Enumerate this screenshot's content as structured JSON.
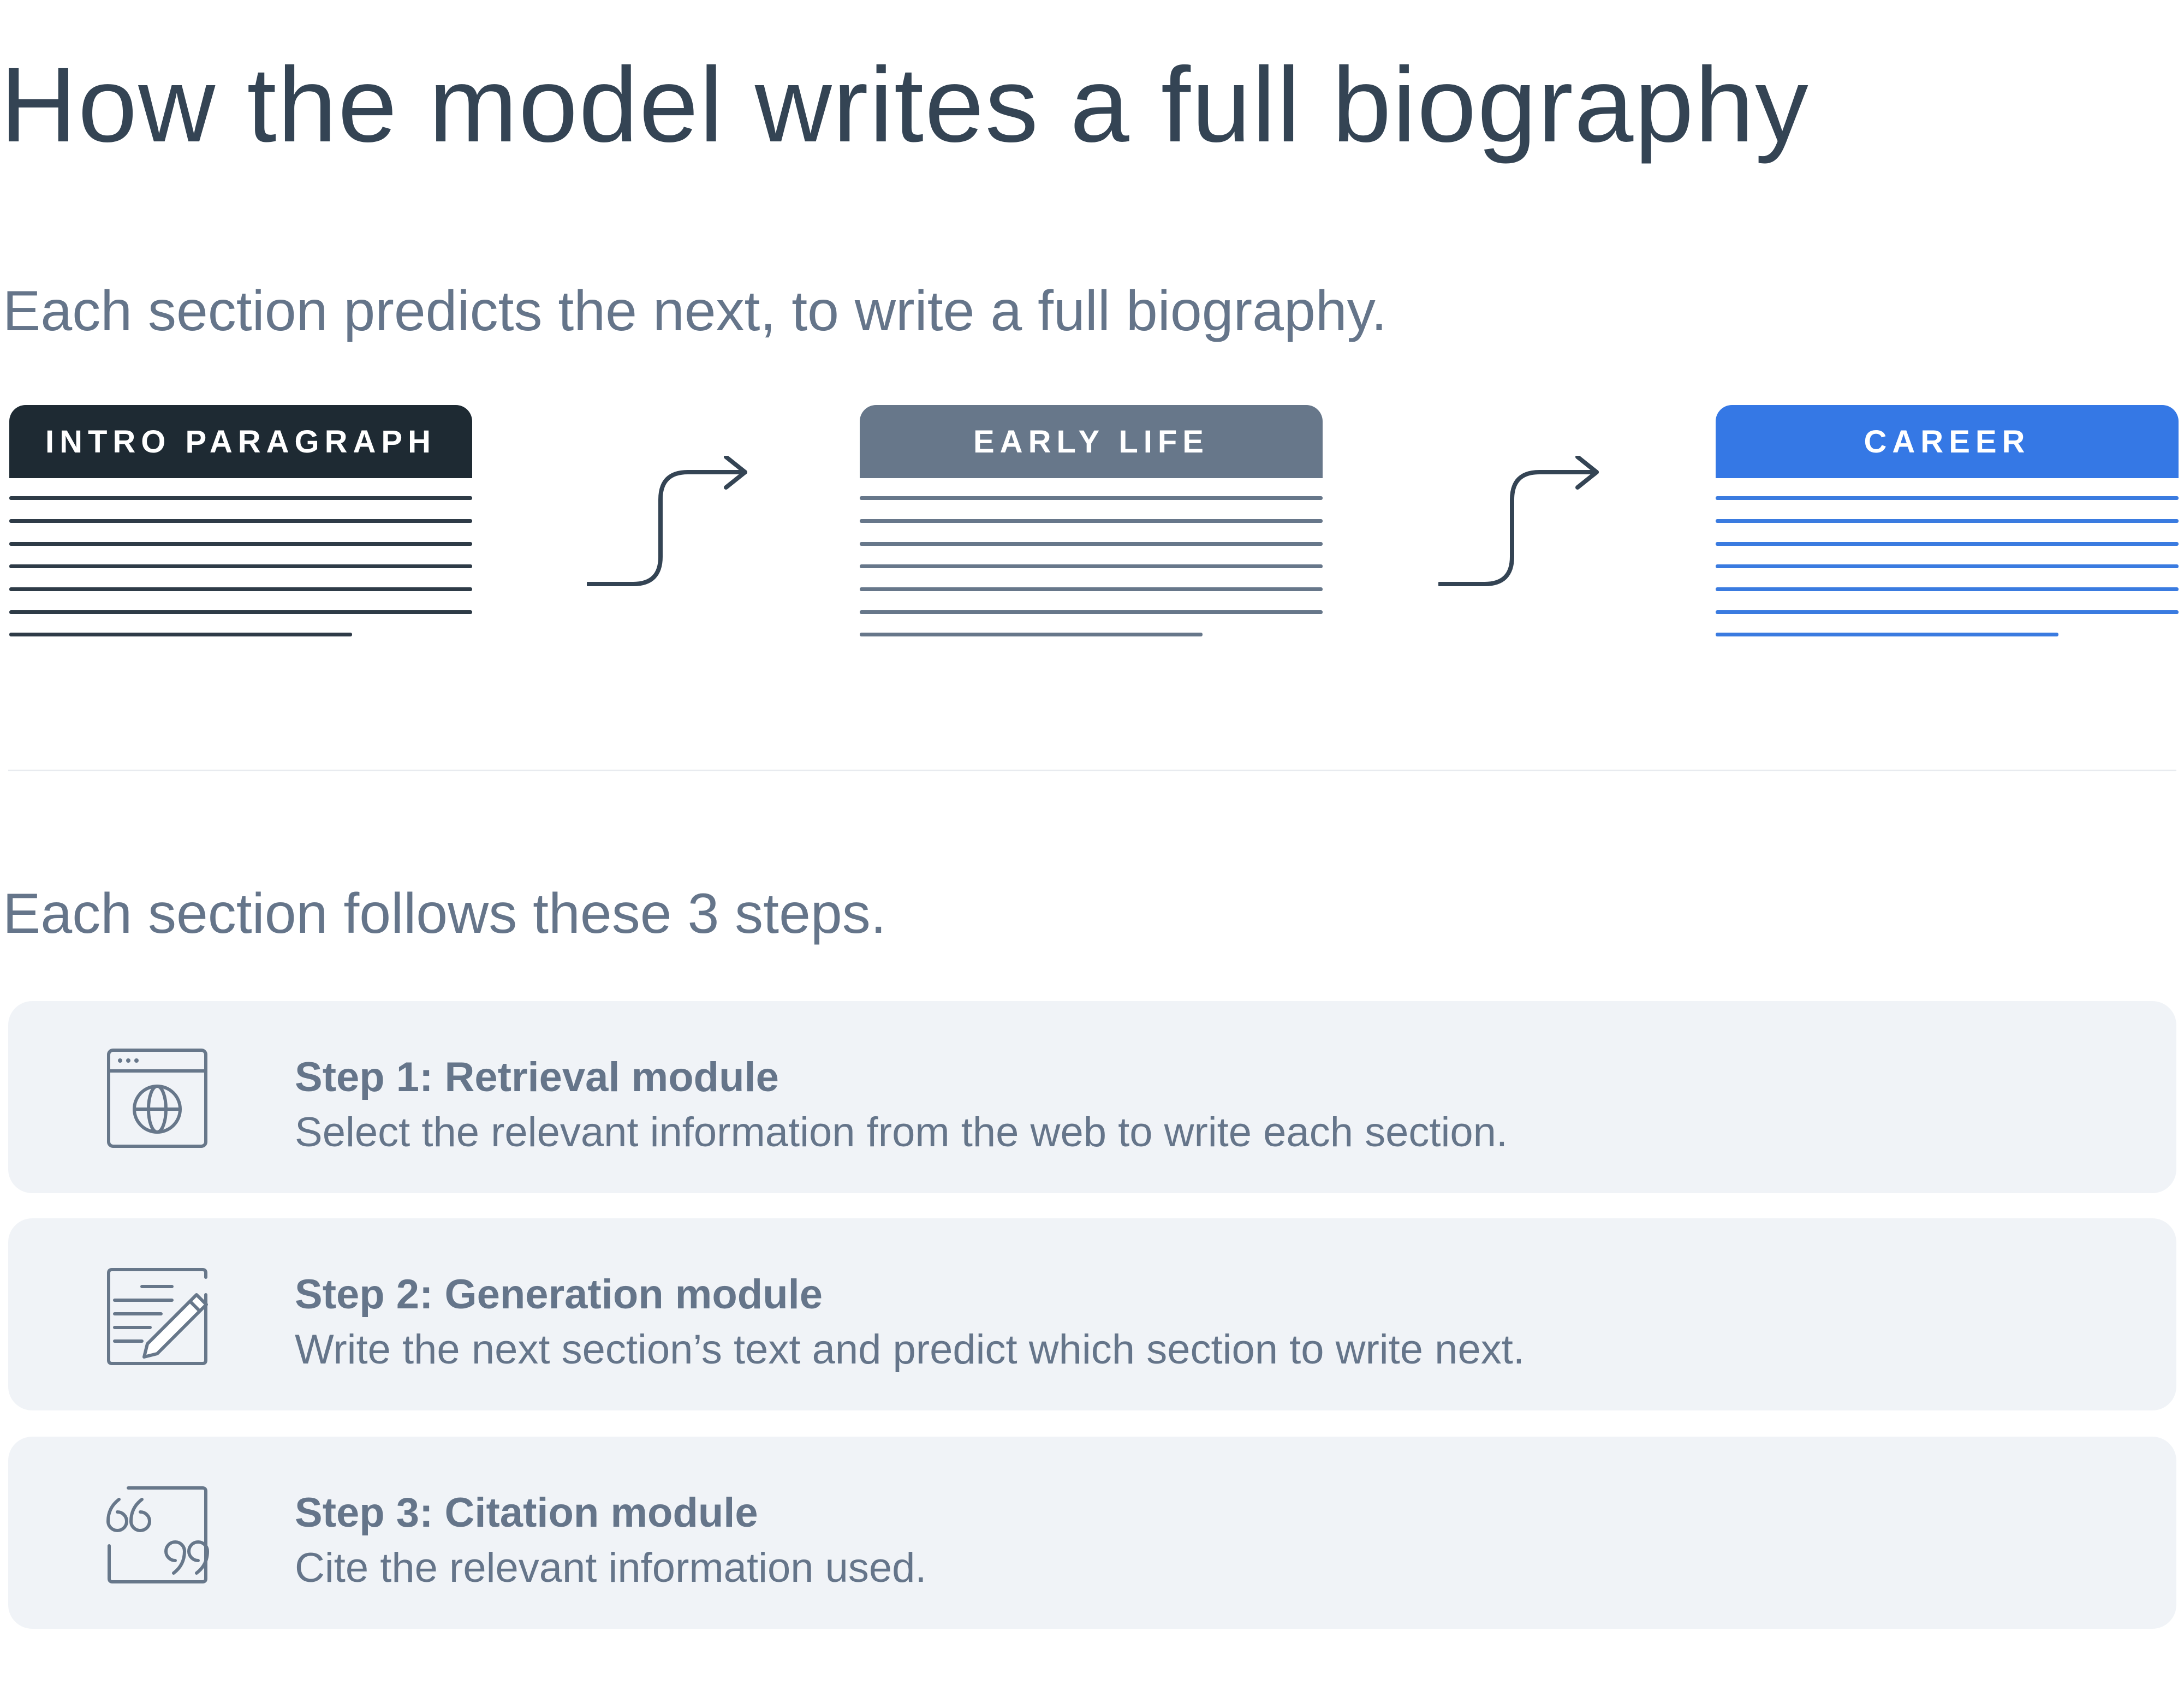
{
  "title": "How the model writes a full biography",
  "subtitle_sections": "Each section predicts the next, to write a full biography.",
  "sections": [
    {
      "label": "INTRO PARAGRAPH",
      "color": "#1e2a33",
      "line_color": "#2e3b47"
    },
    {
      "label": "EARLY LIFE",
      "color": "#67778a",
      "line_color": "#67778a"
    },
    {
      "label": "CAREER",
      "color": "#3578e5",
      "line_color": "#3a7be0"
    }
  ],
  "subtitle_steps": "Each section follows these 3 steps.",
  "steps": [
    {
      "title": "Step 1: Retrieval module",
      "description": "Select the relevant information from the web to write each section.",
      "icon": "browser-globe-icon"
    },
    {
      "title": "Step 2: Generation module",
      "description": "Write the next section’s text and predict which section to write next.",
      "icon": "document-pencil-icon"
    },
    {
      "title": "Step 3: Citation module",
      "description": "Cite the relevant information used.",
      "icon": "quote-icon"
    }
  ]
}
